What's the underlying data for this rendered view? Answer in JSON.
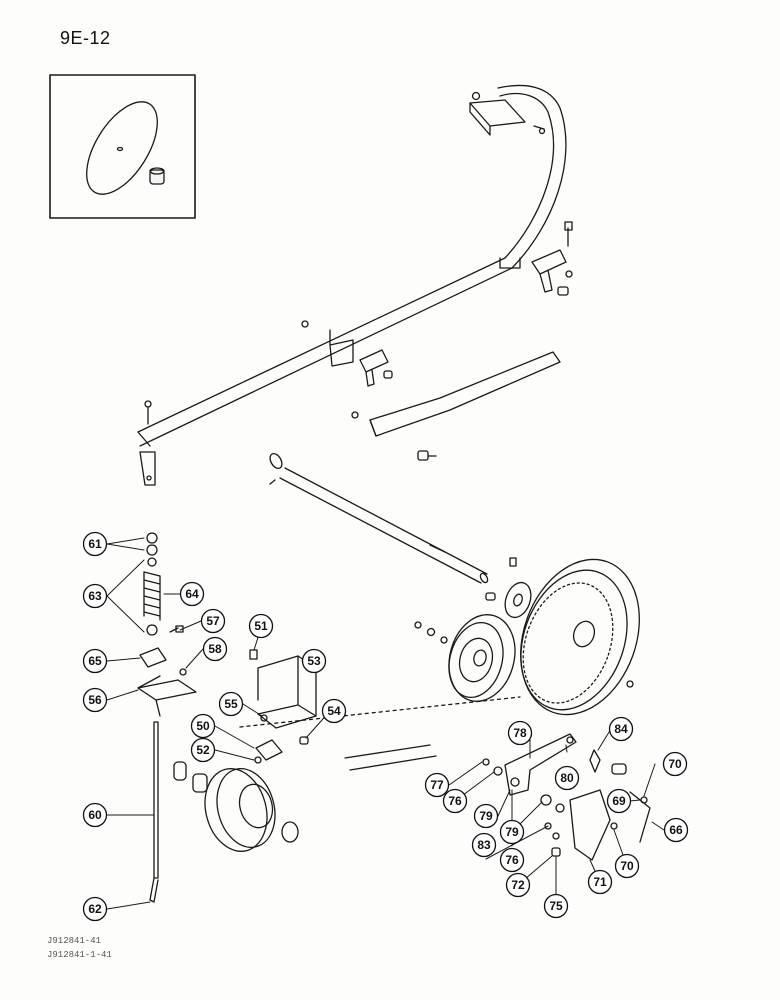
{
  "page_ref": "9E-12",
  "footer_codes": [
    "J912841-41",
    "J912841-1-41"
  ],
  "callouts": [
    {
      "id": "c61",
      "label": "61"
    },
    {
      "id": "c63",
      "label": "63"
    },
    {
      "id": "c64",
      "label": "64"
    },
    {
      "id": "c57",
      "label": "57"
    },
    {
      "id": "c51",
      "label": "51"
    },
    {
      "id": "c65",
      "label": "65"
    },
    {
      "id": "c58",
      "label": "58"
    },
    {
      "id": "c53",
      "label": "53"
    },
    {
      "id": "c56",
      "label": "56"
    },
    {
      "id": "c55",
      "label": "55"
    },
    {
      "id": "c54",
      "label": "54"
    },
    {
      "id": "c50",
      "label": "50"
    },
    {
      "id": "c52",
      "label": "52"
    },
    {
      "id": "c60",
      "label": "60"
    },
    {
      "id": "c62",
      "label": "62"
    },
    {
      "id": "c78",
      "label": "78"
    },
    {
      "id": "c84",
      "label": "84"
    },
    {
      "id": "c70a",
      "label": "70"
    },
    {
      "id": "c77",
      "label": "77"
    },
    {
      "id": "c76a",
      "label": "76"
    },
    {
      "id": "c80",
      "label": "80"
    },
    {
      "id": "c79a",
      "label": "79"
    },
    {
      "id": "c69",
      "label": "69"
    },
    {
      "id": "c66",
      "label": "66"
    },
    {
      "id": "c79b",
      "label": "79"
    },
    {
      "id": "c83",
      "label": "83"
    },
    {
      "id": "c76b",
      "label": "76"
    },
    {
      "id": "c70b",
      "label": "70"
    },
    {
      "id": "c72",
      "label": "72"
    },
    {
      "id": "c71",
      "label": "71"
    },
    {
      "id": "c75",
      "label": "75"
    }
  ]
}
